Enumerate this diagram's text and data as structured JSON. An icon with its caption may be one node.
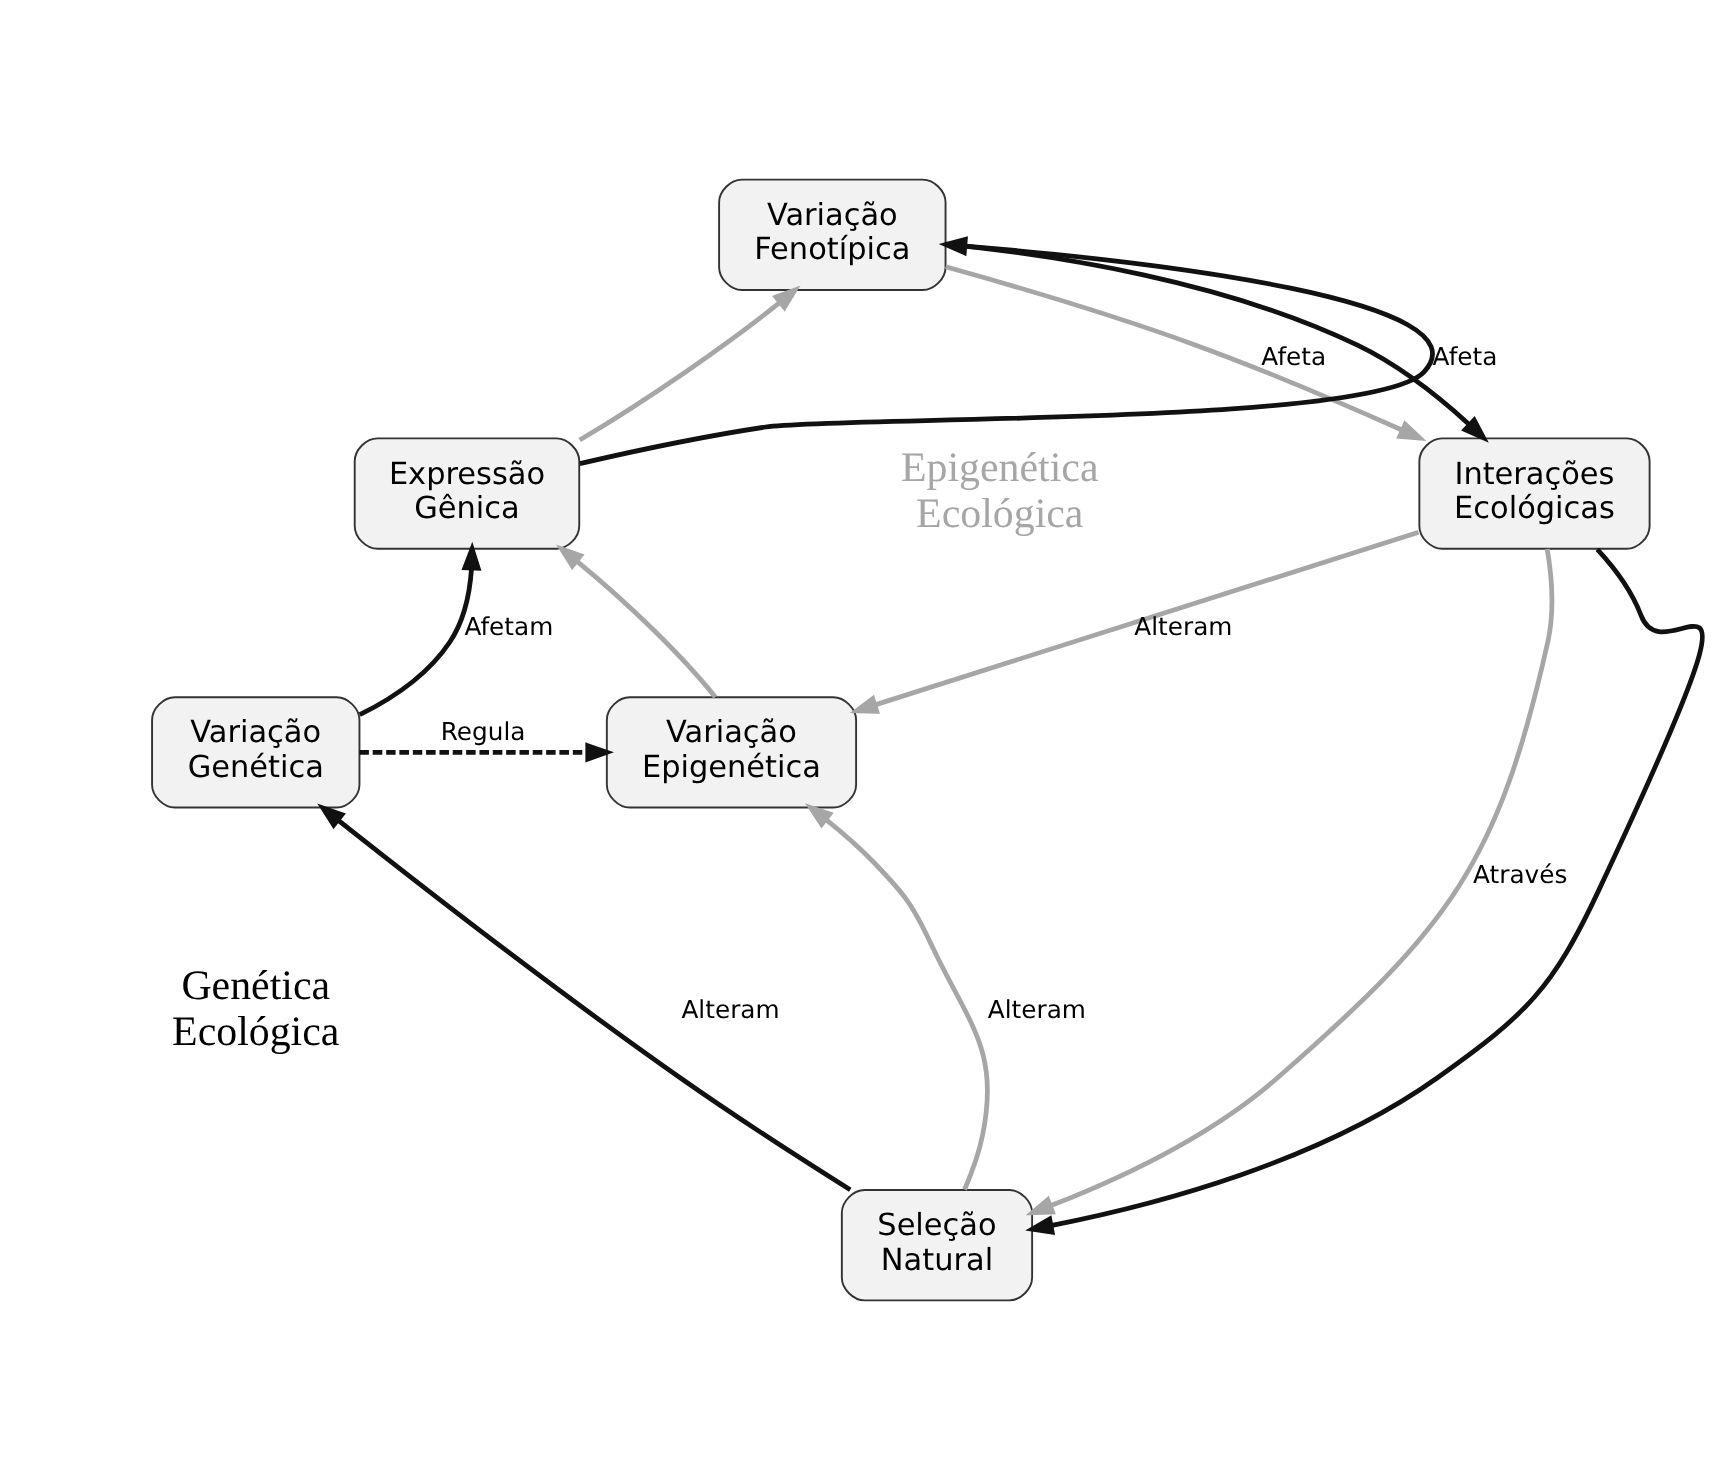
{
  "diagram": {
    "nodes": [
      {
        "text": [
          "Variação Fenotípica"
        ]
      },
      {
        "text": [
          "Expressão Gênica"
        ]
      },
      {
        "text": [
          "Interações Ecológicas"
        ]
      },
      {
        "text": [
          "Variação Genética"
        ]
      },
      {
        "text": [
          "Variação Epigenética"
        ]
      },
      {
        "text": [
          "Seleção Natural"
        ]
      }
    ],
    "edges": [
      {
        "from": 1,
        "to": 0,
        "arrow": "to",
        "label": "Afeta"
      },
      {
        "from": 1,
        "to": 0,
        "arrow": "to",
        "color": "#a6a6a6"
      },
      {
        "from": 0,
        "to": 2,
        "arrow": "to",
        "color": "#a6a6a6",
        "label": "Afeta"
      },
      {
        "from": 0,
        "to": 2,
        "arrow": "to"
      },
      {
        "from": 2,
        "to": 4,
        "arrow": "to",
        "color": "#a6a6a6",
        "label": "Alteram"
      },
      {
        "from": 2,
        "to": 5,
        "arrow": "to",
        "color": "#a6a6a6",
        "label": "Através"
      },
      {
        "from": 2,
        "to": 5,
        "arrow": "to"
      },
      {
        "from": 5,
        "to": 3,
        "arrow": "to",
        "label": "Alteram"
      },
      {
        "from": 5,
        "to": 4,
        "arrow": "to",
        "color": "#a6a6a6",
        "label": "Alteram"
      },
      {
        "from": 3,
        "to": 1,
        "arrow": "to",
        "label": "Afetam"
      },
      {
        "from": 4,
        "to": 1,
        "arrow": "to",
        "color": "#a6a6a6"
      },
      {
        "from": 3,
        "to": 4,
        "arrow": "to",
        "style": "dashed",
        "label": "Regula"
      }
    ],
    "labels": [
      "Epigenética Ecológica",
      "Genética Ecológica"
    ]
  }
}
